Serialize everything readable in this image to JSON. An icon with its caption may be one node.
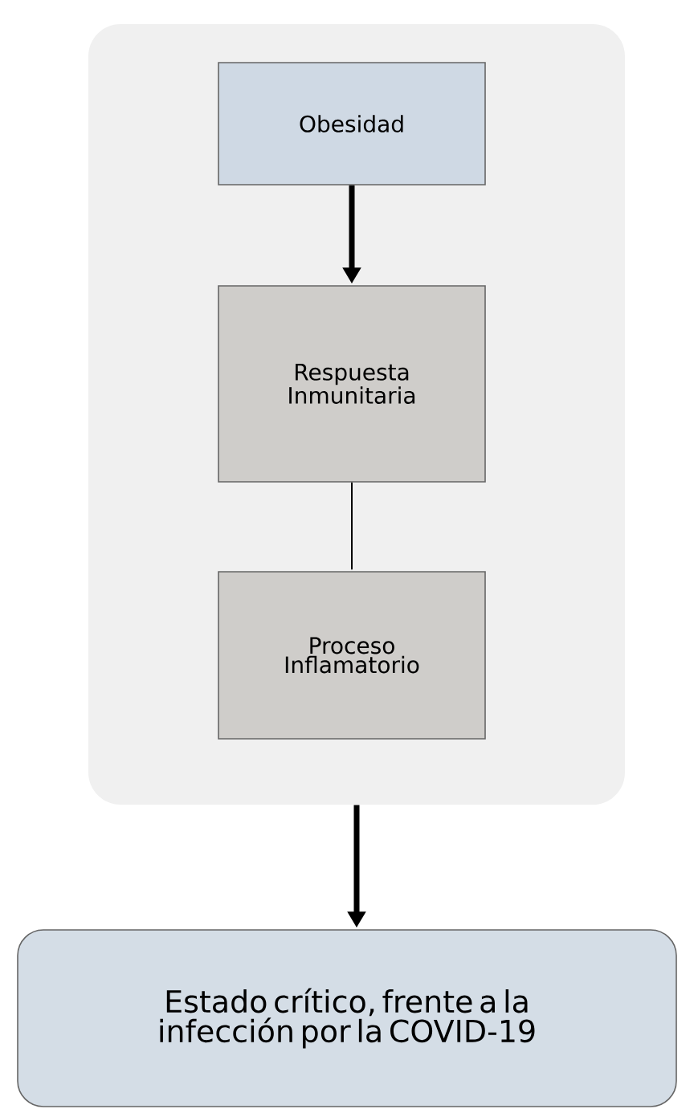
{
  "diagram": {
    "nodes": [
      {
        "text": [],
        "shape": "box"
      },
      {
        "text": [
          "Obesidad"
        ],
        "in": 0
      },
      {
        "text": [
          "Respuesta Inmunitaria"
        ],
        "in": 0
      },
      {
        "text": [
          "Proceso Inflamatorio"
        ],
        "in": 0
      },
      {
        "text": [
          "Estado crítico, frente a la infección por la COVID-19"
        ]
      }
    ],
    "edges": [
      {
        "from": 1,
        "to": 2,
        "arrow": "to"
      },
      {
        "from": 2,
        "to": 3,
        "arrow": "none"
      },
      {
        "from": 0,
        "to": 4,
        "arrow": "to"
      }
    ]
  }
}
